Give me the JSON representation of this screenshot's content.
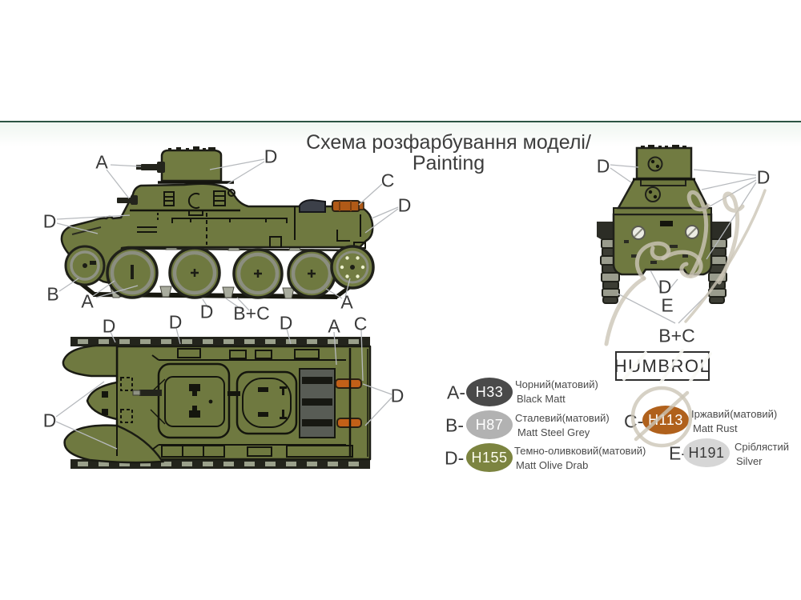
{
  "page": {
    "rule_color": "#2b5442",
    "background": "#ffffff"
  },
  "title": {
    "line1": "Схема розфарбування моделі/",
    "line2": "Painting"
  },
  "colors": {
    "olive": "#6f7940",
    "olive_dark": "#5c672f",
    "outline": "#1c1d15",
    "wheel_rim": "#97998b",
    "rust": "#b05a17",
    "intake_grey": "#3c4049",
    "grille_grey": "#585c55",
    "leader_line": "#b7babe",
    "watermark": "#cbc5b8"
  },
  "callouts": {
    "items": [
      {
        "view": "side",
        "label": "A"
      },
      {
        "view": "side",
        "label": "D"
      },
      {
        "view": "side",
        "label": "C"
      },
      {
        "view": "side",
        "label": "D"
      },
      {
        "view": "side",
        "label": "D"
      },
      {
        "view": "side",
        "label": "B"
      },
      {
        "view": "side",
        "label": "A"
      },
      {
        "view": "side",
        "label": "D"
      },
      {
        "view": "side",
        "label": "B+C"
      },
      {
        "view": "side",
        "label": "A"
      },
      {
        "view": "top",
        "label": "D"
      },
      {
        "view": "top",
        "label": "D"
      },
      {
        "view": "top",
        "label": "D"
      },
      {
        "view": "top",
        "label": "A"
      },
      {
        "view": "top",
        "label": "C"
      },
      {
        "view": "top",
        "label": "D"
      },
      {
        "view": "top",
        "label": "D"
      },
      {
        "view": "front",
        "label": "D"
      },
      {
        "view": "front",
        "label": "D"
      },
      {
        "view": "front",
        "label": "D"
      },
      {
        "view": "front",
        "label": "E"
      },
      {
        "view": "front",
        "label": "B+C"
      }
    ]
  },
  "brand": {
    "label": "HUMBROL"
  },
  "legend": {
    "rows": [
      {
        "letter": "A-",
        "code": "H33",
        "name_uk": "Чорний(матовий)",
        "name_en": "Black Matt",
        "color": "#4a4a4a",
        "text_color": "#ffffff"
      },
      {
        "letter": "B-",
        "code": "H87",
        "name_uk": "Сталевий(матовий)",
        "name_en": "Matt Steel Grey",
        "color": "#b2b2b2",
        "text_color": "#ffffff"
      },
      {
        "letter": "D-",
        "code": "H155",
        "name_uk": "Темно-оливковий(матовий)",
        "name_en": "Matt Olive Drab",
        "color": "#7c8440",
        "text_color": "#fdfdef"
      },
      {
        "letter": "C-",
        "code": "H113",
        "name_uk": "Іржавий(матовий)",
        "name_en": "Matt Rust",
        "color": "#b0611c",
        "text_color": "#ffffff"
      },
      {
        "letter": "E-",
        "code": "H191",
        "name_uk": "Сріблястий",
        "name_en": "Silver",
        "color": "#d6d6d6",
        "text_color": "#3a3a3a"
      }
    ]
  }
}
